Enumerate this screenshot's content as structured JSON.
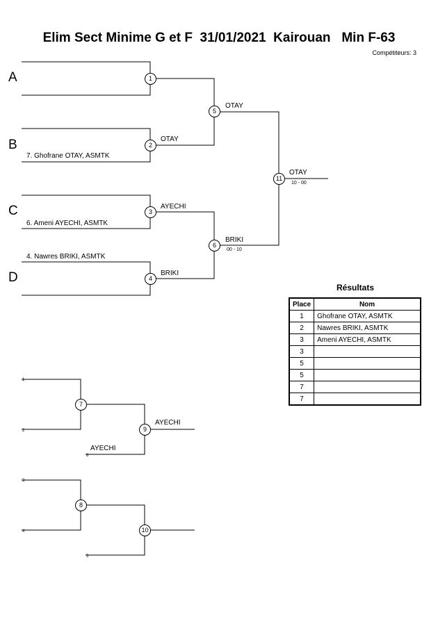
{
  "header": {
    "title": "Elim Sect Minime G et F  31/01/2021  Kairouan   Min F-63",
    "competitors": "Compétiteurs: 3"
  },
  "pools": [
    "A",
    "B",
    "C",
    "D"
  ],
  "athletes": {
    "b_entry": "7. Ghofrane OTAY, ASMTK",
    "c_entry": "6. Ameni AYECHI, ASMTK",
    "d_entry": "4. Nawres BRIKI, ASMTK"
  },
  "matches": {
    "m1": "1",
    "m2": "2",
    "m3": "3",
    "m4": "4",
    "m5": "5",
    "m6": "6",
    "m7": "7",
    "m8": "8",
    "m9": "9",
    "m10": "10",
    "m11": "11"
  },
  "winners": {
    "m2": "OTAY",
    "m3": "AYECHI",
    "m4": "BRIKI",
    "m5": "OTAY",
    "m6": "BRIKI",
    "m6_score": "00 - 10",
    "m11": "OTAY",
    "m11_score": "10 - 00",
    "m9": "AYECHI",
    "repechage_entry": "AYECHI"
  },
  "repechage_seeds": {
    "s1": "1",
    "s2": "2",
    "s3": "3",
    "s4": "4",
    "s5": "5",
    "s6": "6"
  },
  "results": {
    "title": "Résultats",
    "headers": {
      "place": "Place",
      "name": "Nom"
    },
    "rows": [
      {
        "place": "1",
        "name": "Ghofrane OTAY, ASMTK"
      },
      {
        "place": "2",
        "name": "Nawres BRIKI, ASMTK"
      },
      {
        "place": "3",
        "name": "Ameni AYECHI, ASMTK"
      },
      {
        "place": "3",
        "name": ""
      },
      {
        "place": "5",
        "name": ""
      },
      {
        "place": "5",
        "name": ""
      },
      {
        "place": "7",
        "name": ""
      },
      {
        "place": "7",
        "name": ""
      }
    ]
  }
}
